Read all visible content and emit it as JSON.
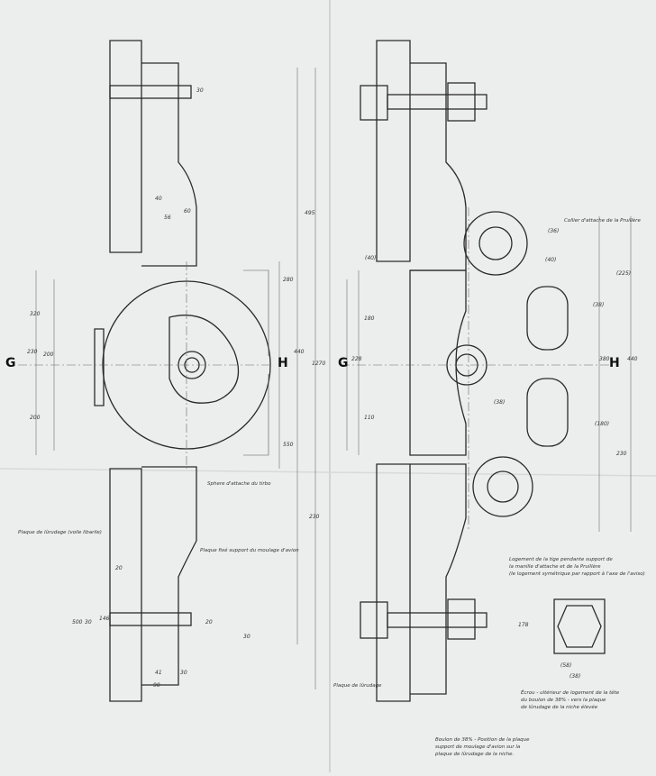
{
  "section_labels": {
    "g_left": "G",
    "h_left": "H",
    "g_right": "G",
    "h_right": "H"
  },
  "notes": {
    "sphere": "Sphere d'attache du tirbo",
    "plaque_left": "Plaque de lûrudage (voile libarile)",
    "plaque_mid": "Plaque fixé support du moulage d'avion",
    "plaque_right": "Plaque de lûrudage",
    "collier": "Collier d'attache de la Pruillère",
    "logement_1": "Logement de la tige pendante support de",
    "logement_2": "la manille d'attache et de la Pruillère",
    "logement_3": "(le logement symétrique par rapport à l'axe de l'aviso)",
    "ecrou_1": "Écrou - ultérieur de logement de la tête",
    "ecrou_2": "du boulon de 38% - vers la plaque",
    "ecrou_3": "de lûrudage de la niche élevée",
    "boulon_1": "Boulon de 38% - Position de la plaque",
    "boulon_2": "support de moulage d'avion sur la",
    "boulon_3": "plaque de lûrudage de la niche."
  },
  "dims_left": [
    "30",
    "40",
    "56",
    "60",
    "495",
    "280",
    "440",
    "1270",
    "230",
    "200",
    "320",
    "200",
    "550",
    "230",
    "30",
    "20",
    "30",
    "500",
    "146",
    "20",
    "41",
    "30",
    "90"
  ],
  "dims_right": [
    "(36)",
    "(40)",
    "(40)",
    "(225)",
    "(38)",
    "380",
    "440",
    "(38)",
    "(180)",
    "228",
    "230",
    "180",
    "110",
    "178",
    "(58)",
    "(38)"
  ],
  "colors": {
    "paper": "#eceeed",
    "ink": "#2b2b2b"
  }
}
